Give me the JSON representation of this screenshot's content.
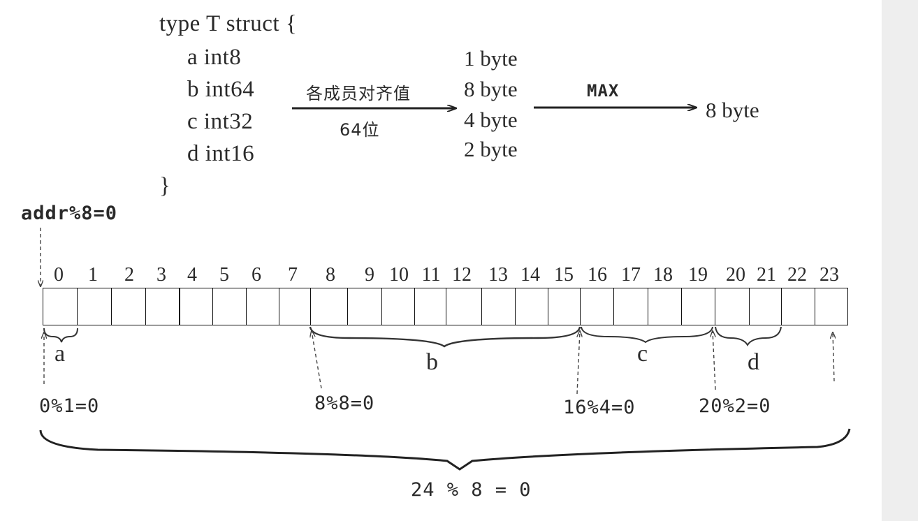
{
  "code": {
    "header": "type T struct {",
    "fields": [
      "a int8",
      "b int64",
      "c int32",
      "d int16"
    ],
    "footer": "}"
  },
  "arrow1": {
    "top_label": "各成员对齐值",
    "bottom_label": "64位"
  },
  "sizes": [
    "1 byte",
    "8 byte",
    "4 byte",
    "2 byte"
  ],
  "arrow2": {
    "label": "MAX"
  },
  "result": "8 byte",
  "addr_note": "addr%8=0",
  "indices": [
    "0",
    "1",
    "2",
    "3",
    "4",
    "5",
    "6",
    "7",
    "8",
    "9",
    "10",
    "11",
    "12",
    "13",
    "14",
    "15",
    "16",
    "17",
    "18",
    "19",
    "20",
    "21",
    "22",
    "23"
  ],
  "field_labels": [
    "a",
    "b",
    "c",
    "d"
  ],
  "offset_notes": [
    "0%1=0",
    "8%8=0",
    "16%4=0",
    "20%2=0"
  ],
  "total_note": "24 % 8 = 0"
}
